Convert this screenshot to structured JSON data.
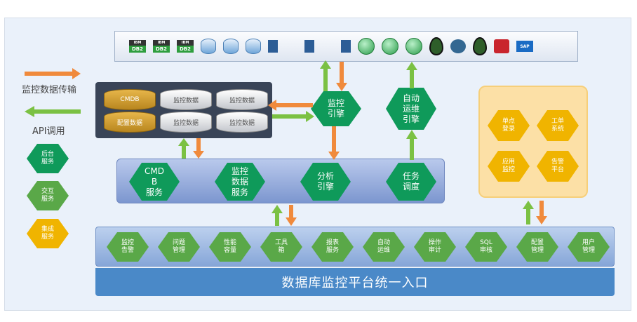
{
  "legend": {
    "transfer_label": "监控数据传输",
    "api_label": "API调用",
    "backend_label": "后台\n服务",
    "interact_label": "交互\n服务",
    "integrate_label": "集成\n服务"
  },
  "db_logos": [
    {
      "icon": "ibm-db2-icon",
      "top": "IBM",
      "bottom": "DB2"
    },
    {
      "icon": "ibm-db2-icon",
      "top": "IBM",
      "bottom": "DB2"
    },
    {
      "icon": "ibm-db2-icon",
      "top": "IBM",
      "bottom": "DB2"
    }
  ],
  "storage": {
    "cmdb": "CMDB",
    "config": "配置数据",
    "monitor": "监控数据"
  },
  "engines": {
    "monitor_engine": "监控\n引擎",
    "auto_ops_engine": "自动\n运维\n引擎"
  },
  "services": {
    "cmdb_service": "CMD\nB\n服务",
    "monitor_data_service": "监控\n数据\n服务",
    "analysis_engine": "分析\n引擎",
    "task_scheduler": "任务\n调度"
  },
  "right_panel": {
    "sso": "单点\n登录",
    "ticket": "工单\n系统",
    "app_monitor": "应用\n监控",
    "alert_platform": "告警\n平台"
  },
  "bottom_modules": [
    "监控\n告警",
    "问题\n管理",
    "性能\n容量",
    "工具\n箱",
    "报表\n服务",
    "自动\n运维",
    "操作\n审计",
    "SQL\n审核",
    "配置\n管理",
    "用户\n管理"
  ],
  "footer_title": "数据库监控平台统一入口",
  "colors": {
    "transfer_arrow": "#f08a3c",
    "api_arrow": "#7bc143",
    "hex_green": "#0f9a5a",
    "hex_light_green": "#5aa848",
    "hex_yellow": "#f0b400",
    "footer": "#4a89c8"
  }
}
